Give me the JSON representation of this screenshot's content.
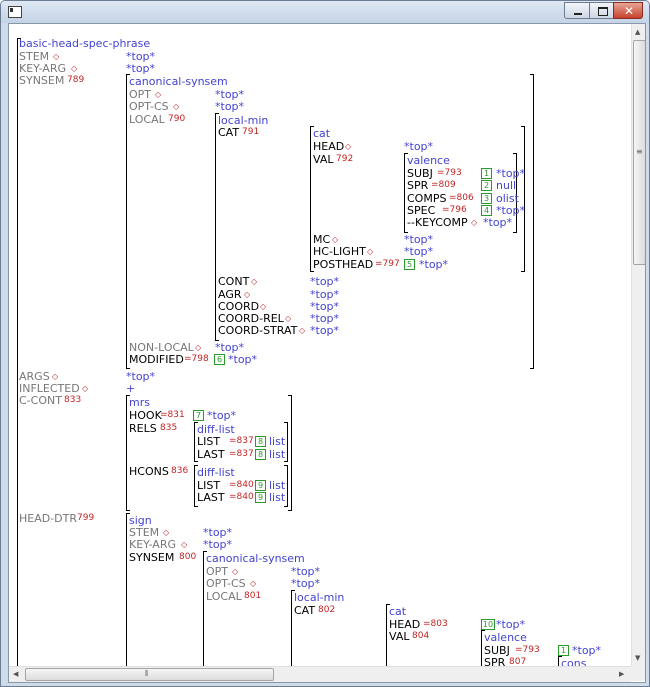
{
  "window": {
    "title": ""
  },
  "fs": {
    "root_type": "basic-head-spec-phrase",
    "stem": {
      "label": "STEM",
      "value": "*top*"
    },
    "key_arg": {
      "label": "KEY-ARG",
      "value": "*top*"
    },
    "synsem": {
      "label": "SYNSEM",
      "num": "789",
      "type": "canonical-synsem",
      "opt": {
        "label": "OPT",
        "value": "*top*"
      },
      "opt_cs": {
        "label": "OPT-CS",
        "value": "*top*"
      },
      "local": {
        "label": "LOCAL",
        "num": "790",
        "type": "local-min",
        "cat": {
          "label": "CAT",
          "num": "791",
          "type": "cat",
          "head": {
            "label": "HEAD",
            "value": "*top*"
          },
          "val": {
            "label": "VAL",
            "num": "792",
            "type": "valence",
            "subj": {
              "label": "SUBJ",
              "num": "=793",
              "tag": "1",
              "value": "*top*"
            },
            "spr": {
              "label": "SPR",
              "num": "=809",
              "tag": "2",
              "value": "null"
            },
            "comps": {
              "label": "COMPS",
              "num": "=806",
              "tag": "3",
              "value": "olist"
            },
            "spec": {
              "label": "SPEC",
              "num": "=796",
              "tag": "4",
              "value": "*top*"
            },
            "keycomp": {
              "label": "--KEYCOMP",
              "value": "*top*"
            }
          },
          "mc": {
            "label": "MC",
            "value": "*top*"
          },
          "hc_light": {
            "label": "HC-LIGHT",
            "value": "*top*"
          },
          "posthead": {
            "label": "POSTHEAD",
            "num": "=797",
            "tag": "5",
            "value": "*top*"
          }
        },
        "cont": {
          "label": "CONT",
          "value": "*top*"
        },
        "agr": {
          "label": "AGR",
          "value": "*top*"
        },
        "coord": {
          "label": "COORD",
          "value": "*top*"
        },
        "coord_rel": {
          "label": "COORD-REL",
          "value": "*top*"
        },
        "coord_strat": {
          "label": "COORD-STRAT",
          "value": "*top*"
        }
      },
      "non_local": {
        "label": "NON-LOCAL",
        "value": "*top*"
      },
      "modified": {
        "label": "MODIFIED",
        "num": "=798",
        "tag": "6",
        "value": "*top*"
      }
    },
    "args": {
      "label": "ARGS",
      "value": "*top*"
    },
    "inflected": {
      "label": "INFLECTED",
      "value": "+"
    },
    "c_cont": {
      "label": "C-CONT",
      "num": "833",
      "type": "mrs",
      "hook": {
        "label": "HOOK",
        "num": "=831",
        "tag": "7",
        "value": "*top*"
      },
      "rels": {
        "label": "RELS",
        "num": "835",
        "type": "diff-list",
        "list": {
          "label": "LIST",
          "num": "=837",
          "tag": "8",
          "value": "list"
        },
        "last": {
          "label": "LAST",
          "num": "=837",
          "tag": "8",
          "value": "list"
        }
      },
      "hcons": {
        "label": "HCONS",
        "num": "836",
        "type": "diff-list",
        "list": {
          "label": "LIST",
          "num": "=840",
          "tag": "9",
          "value": "list"
        },
        "last": {
          "label": "LAST",
          "num": "=840",
          "tag": "9",
          "value": "list"
        }
      }
    },
    "head_dtr": {
      "label": "HEAD-DTR",
      "num": "799",
      "type": "sign",
      "stem": {
        "label": "STEM",
        "value": "*top*"
      },
      "key_arg": {
        "label": "KEY-ARG",
        "value": "*top*"
      },
      "synsem": {
        "label": "SYNSEM",
        "num": "800",
        "type": "canonical-synsem",
        "opt": {
          "label": "OPT",
          "value": "*top*"
        },
        "opt_cs": {
          "label": "OPT-CS",
          "value": "*top*"
        },
        "local": {
          "label": "LOCAL",
          "num": "801",
          "type": "local-min",
          "cat": {
            "label": "CAT",
            "num": "802",
            "type": "cat",
            "head": {
              "label": "HEAD",
              "num": "=803",
              "tag": "10",
              "value": "*top*"
            },
            "val": {
              "label": "VAL",
              "num": "804",
              "type": "valence",
              "subj": {
                "label": "SUBJ",
                "num": "=793",
                "tag": "1",
                "value": "*top*"
              },
              "spr": {
                "label": "SPR",
                "num": "807",
                "type": "cons"
              }
            }
          }
        }
      }
    }
  },
  "scroll": {
    "vertical_position": 0.0,
    "horizontal_position": 0.0
  }
}
